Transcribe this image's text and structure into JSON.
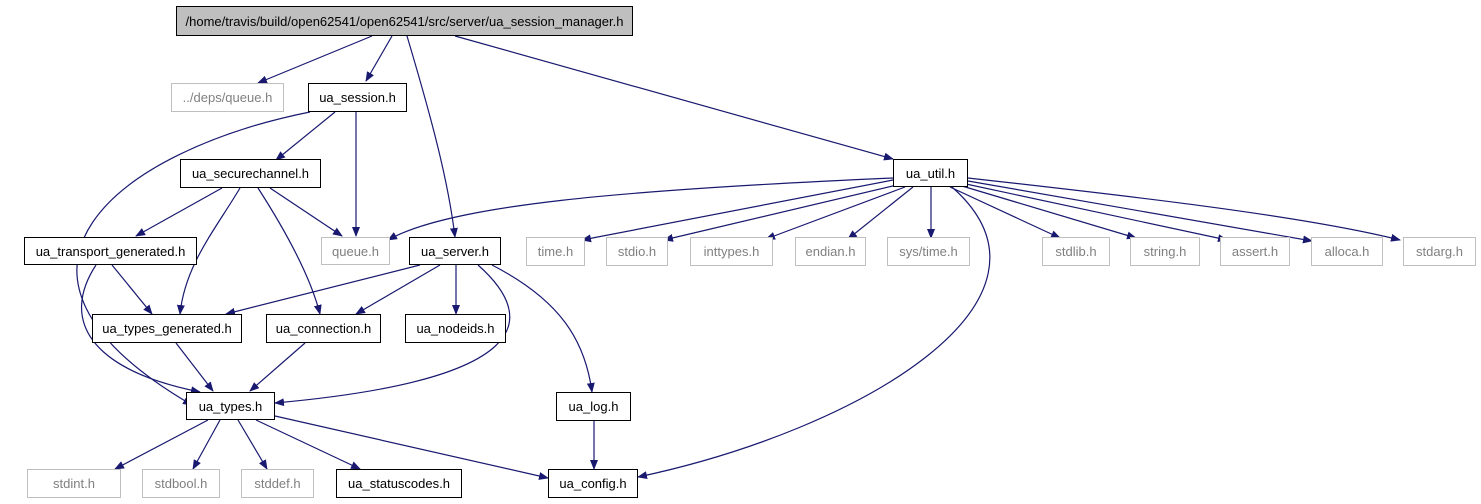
{
  "graph": {
    "edge_color": "#191970",
    "external_border_color": "#bfbfbf",
    "root_fill_color": "#bfbfbf",
    "nodes": {
      "root": "/home/travis/build/open62541/open62541/src/server/ua_session_manager.h",
      "queue_deps": "../deps/queue.h",
      "ua_session": "ua_session.h",
      "ua_util": "ua_util.h",
      "ua_securechannel": "ua_securechannel.h",
      "ua_transport_generated": "ua_transport_generated.h",
      "queue": "queue.h",
      "ua_server": "ua_server.h",
      "time": "time.h",
      "stdio": "stdio.h",
      "inttypes": "inttypes.h",
      "endian": "endian.h",
      "sys_time": "sys/time.h",
      "stdlib": "stdlib.h",
      "string": "string.h",
      "assert": "assert.h",
      "alloca": "alloca.h",
      "stdarg": "stdarg.h",
      "ua_types_generated": "ua_types_generated.h",
      "ua_connection": "ua_connection.h",
      "ua_nodeids": "ua_nodeids.h",
      "ua_types": "ua_types.h",
      "ua_log": "ua_log.h",
      "stdint": "stdint.h",
      "stdbool": "stdbool.h",
      "stddef": "stddef.h",
      "ua_statuscodes": "ua_statuscodes.h",
      "ua_config": "ua_config.h"
    }
  }
}
